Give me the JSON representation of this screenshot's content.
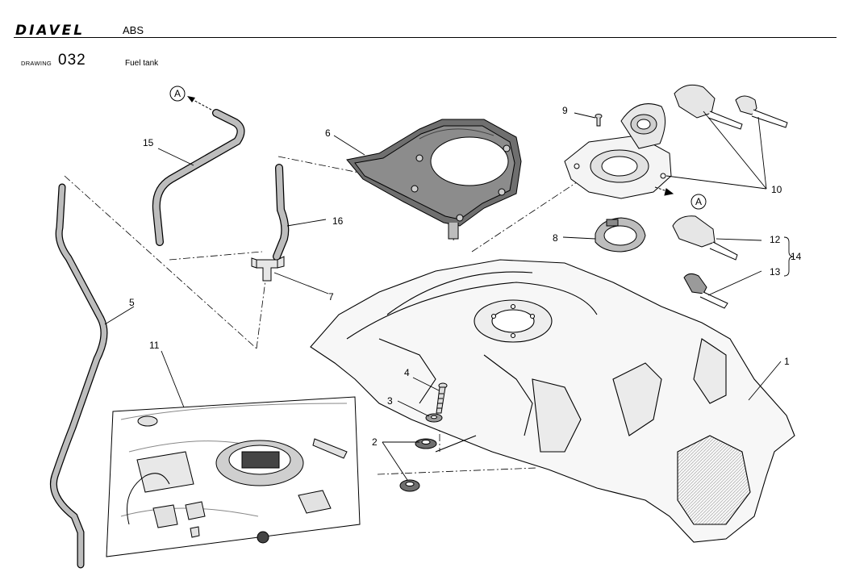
{
  "header": {
    "brand": "DIAVEL",
    "model": "ABS",
    "drawing_label": "DRAWING",
    "drawing_number": "032",
    "drawing_title": "Fuel tank"
  },
  "callouts": {
    "c1": "1",
    "c2": "2",
    "c3": "3",
    "c4": "4",
    "c5": "5",
    "c6": "6",
    "c7": "7",
    "c8": "8",
    "c9": "9",
    "c10": "10",
    "c11": "11",
    "c12": "12",
    "c13": "13",
    "c14": "14",
    "c15": "15",
    "c16": "16"
  },
  "connectors": {
    "a_top": "A",
    "a_right": "A"
  }
}
